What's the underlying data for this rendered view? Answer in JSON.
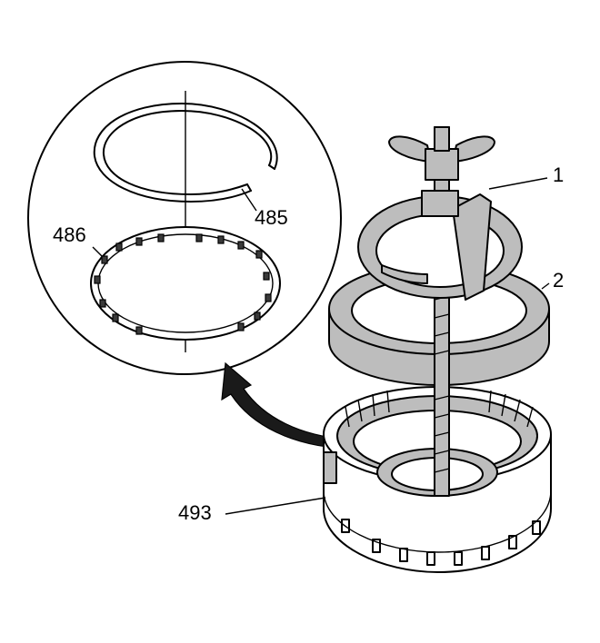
{
  "callouts": {
    "c1": "1",
    "c2": "2",
    "c485": "485",
    "c486": "486",
    "c493": "493"
  },
  "icons": {
    "arrow": "curved-arrow-icon",
    "detail_circle": "detail-magnifier-circle"
  },
  "colors": {
    "line": "#000000",
    "stipple_fill": "#bdbdbd",
    "background": "#ffffff"
  }
}
